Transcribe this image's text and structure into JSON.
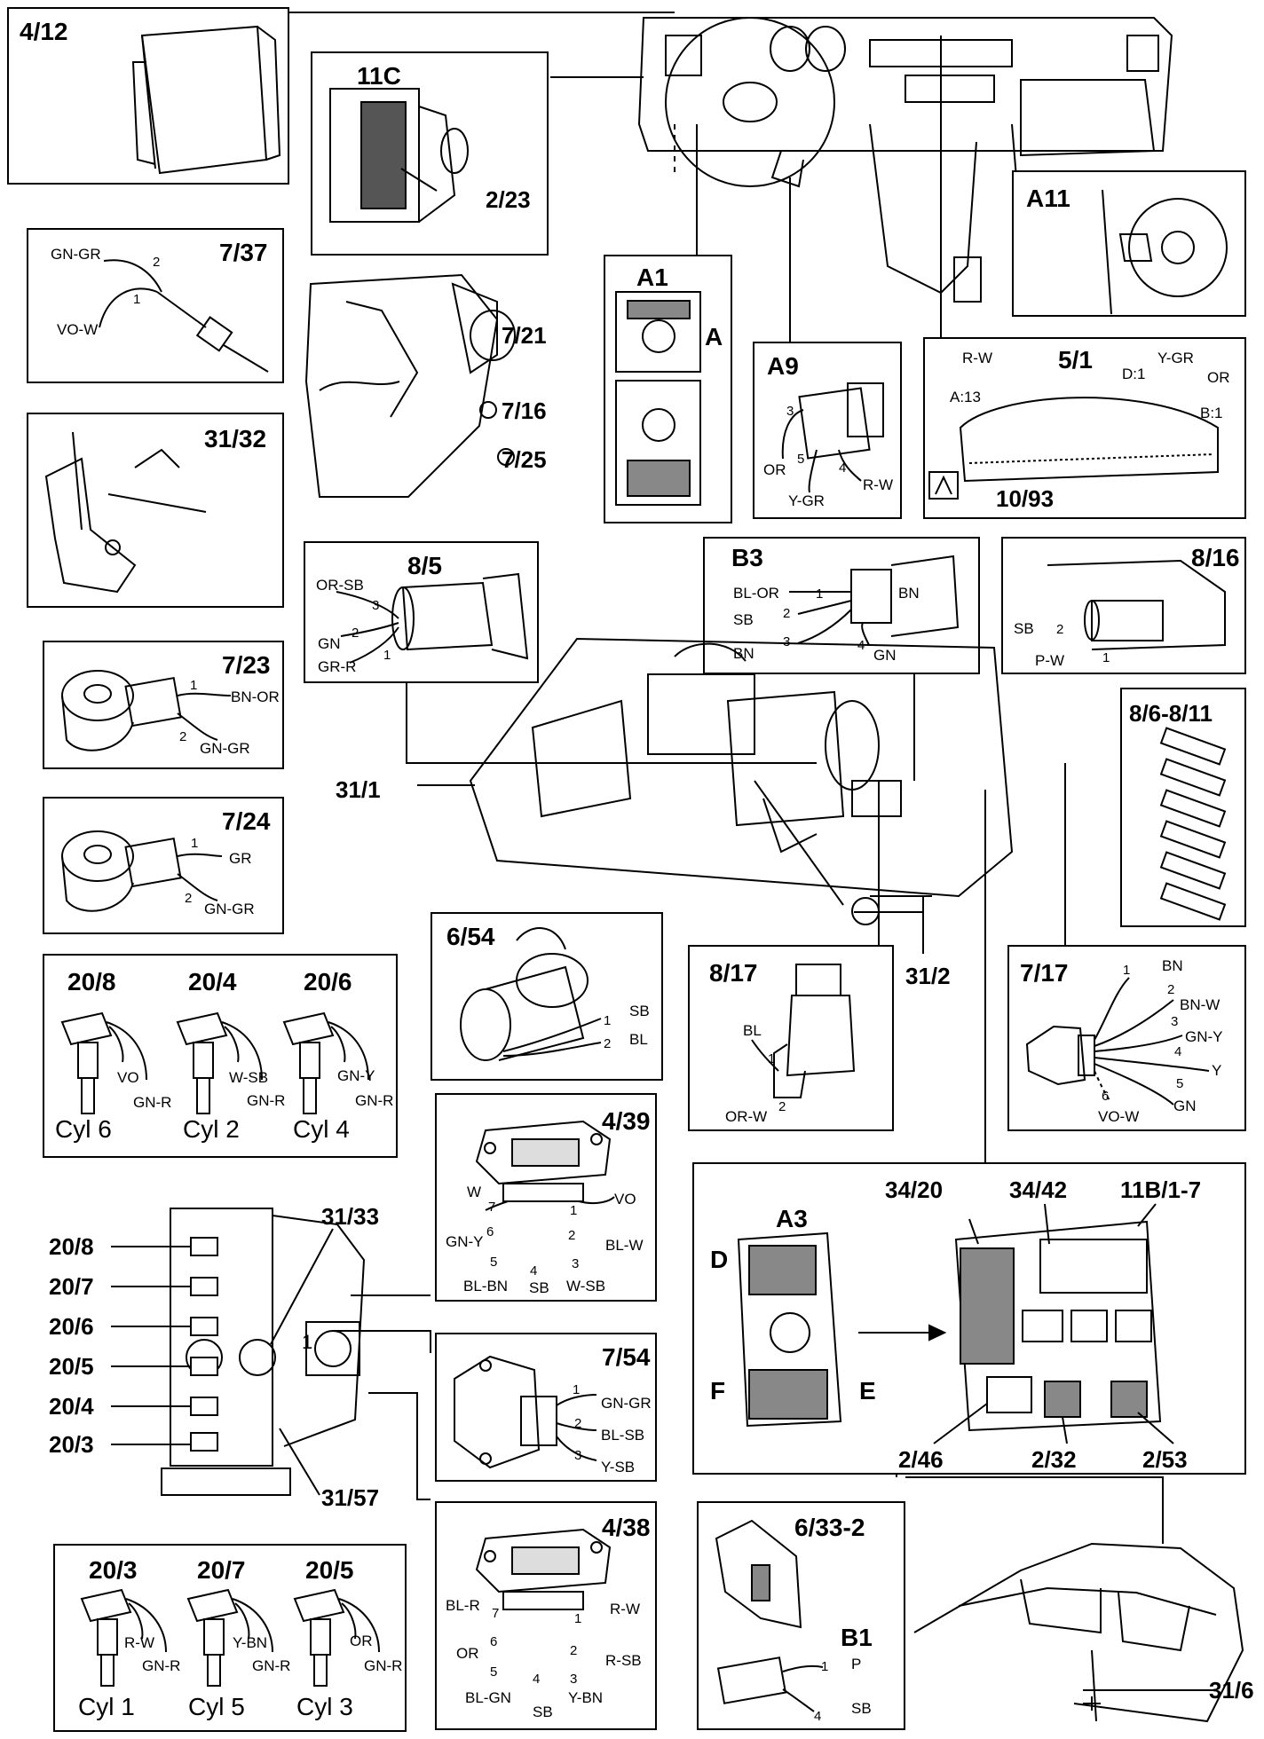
{
  "components": {
    "p_4_12": {
      "title": "4/12"
    },
    "p_11c": {
      "title": "11C",
      "callout": "2/23"
    },
    "p_7_37": {
      "title": "7/37",
      "wires": [
        "GN-GR",
        "VO-W"
      ],
      "pins": [
        "2",
        "1"
      ]
    },
    "p_31_32": {
      "title": "31/32"
    },
    "p_7_21": {
      "callouts": [
        "7/21",
        "7/16",
        "7/25"
      ]
    },
    "p_a1": {
      "title": "A1",
      "side": "A"
    },
    "p_a9": {
      "title": "A9",
      "pins": [
        "3",
        "5",
        "4"
      ],
      "wires": [
        "OR",
        "Y-GR",
        "R-W"
      ]
    },
    "p_5_1": {
      "title": "5/1",
      "labels": [
        "R-W",
        "Y-GR",
        "D:1",
        "OR",
        "A:13",
        "B:1"
      ],
      "callout": "10/93"
    },
    "p_a11": {
      "title": "A11"
    },
    "p_8_5": {
      "title": "8/5",
      "pins": [
        "3",
        "2",
        "1"
      ],
      "wires": [
        "OR-SB",
        "GN",
        "GR-R"
      ]
    },
    "p_b3": {
      "title": "B3",
      "pins": [
        "1",
        "2",
        "3",
        "4"
      ],
      "wires": [
        "BL-OR",
        "SB",
        "BN",
        "GN"
      ],
      "body": "BN"
    },
    "p_8_16": {
      "title": "8/16",
      "pins": [
        "2",
        "1"
      ],
      "wires": [
        "SB",
        "P-W"
      ]
    },
    "p_7_23": {
      "title": "7/23",
      "pins": [
        "1",
        "2"
      ],
      "wires": [
        "BN-OR",
        "GN-GR"
      ]
    },
    "p_8_6": {
      "title": "8/6-8/11"
    },
    "p_7_24": {
      "title": "7/24",
      "pins": [
        "1",
        "2"
      ],
      "wires": [
        "GR",
        "GN-GR"
      ]
    },
    "engine": {
      "callouts": [
        "31/1",
        "31/2"
      ]
    },
    "p_6_54": {
      "title": "6/54",
      "pins": [
        "1",
        "2"
      ],
      "wires": [
        "SB",
        "BL"
      ]
    },
    "p_8_17": {
      "title": "8/17",
      "pins": [
        "1",
        "2"
      ],
      "wires": [
        "BL",
        "OR-W"
      ]
    },
    "p_7_17": {
      "title": "7/17",
      "pins": [
        "1",
        "2",
        "3",
        "4",
        "5",
        "6"
      ],
      "wires": [
        "BN",
        "BN-W",
        "GN-Y",
        "Y",
        "GN",
        "VO-W"
      ]
    },
    "p_coils_a": {
      "coils": [
        {
          "title": "20/8",
          "wire1": "VO",
          "wire2": "GN-R",
          "cyl": "Cyl 6"
        },
        {
          "title": "20/4",
          "wire1": "W-SB",
          "wire2": "GN-R",
          "cyl": "Cyl 2"
        },
        {
          "title": "20/6",
          "wire1": "GN-Y",
          "wire2": "GN-R",
          "cyl": "Cyl 4"
        }
      ]
    },
    "p_4_39": {
      "title": "4/39",
      "pins": [
        "7",
        "1",
        "6",
        "2",
        "5",
        "3",
        "4"
      ],
      "wires": [
        "W",
        "VO",
        "GN-Y",
        "BL-W",
        "BL-BN",
        "W-SB",
        "SB"
      ]
    },
    "p_a3": {
      "title": "A3",
      "sides": [
        "D",
        "F",
        "E"
      ],
      "callouts": [
        "34/20",
        "34/42",
        "11B/1-7",
        "2/46",
        "2/32",
        "2/53"
      ]
    },
    "manifold": {
      "callouts": [
        "20/8",
        "20/7",
        "20/6",
        "20/5",
        "20/4",
        "20/3",
        "31/33",
        "31/57"
      ],
      "pin": "1"
    },
    "p_7_54": {
      "title": "7/54",
      "pins": [
        "1",
        "2",
        "3"
      ],
      "wires": [
        "GN-GR",
        "BL-SB",
        "Y-SB"
      ]
    },
    "p_coils_b": {
      "coils": [
        {
          "title": "20/3",
          "wire1": "R-W",
          "wire2": "GN-R",
          "cyl": "Cyl 1"
        },
        {
          "title": "20/7",
          "wire1": "Y-BN",
          "wire2": "GN-R",
          "cyl": "Cyl 5"
        },
        {
          "title": "20/5",
          "wire1": "OR",
          "wire2": "GN-R",
          "cyl": "Cyl 3"
        }
      ]
    },
    "p_4_38": {
      "title": "4/38",
      "pins": [
        "7",
        "1",
        "6",
        "2",
        "5",
        "3",
        "4"
      ],
      "wires": [
        "BL-R",
        "R-W",
        "OR",
        "R-SB",
        "BL-GN",
        "Y-BN",
        "SB"
      ]
    },
    "p_6_33": {
      "title": "6/33-2",
      "sub": "B1",
      "pins": [
        "1",
        "4"
      ],
      "wires": [
        "P",
        "SB"
      ]
    },
    "car": {
      "callout": "31/6"
    }
  }
}
